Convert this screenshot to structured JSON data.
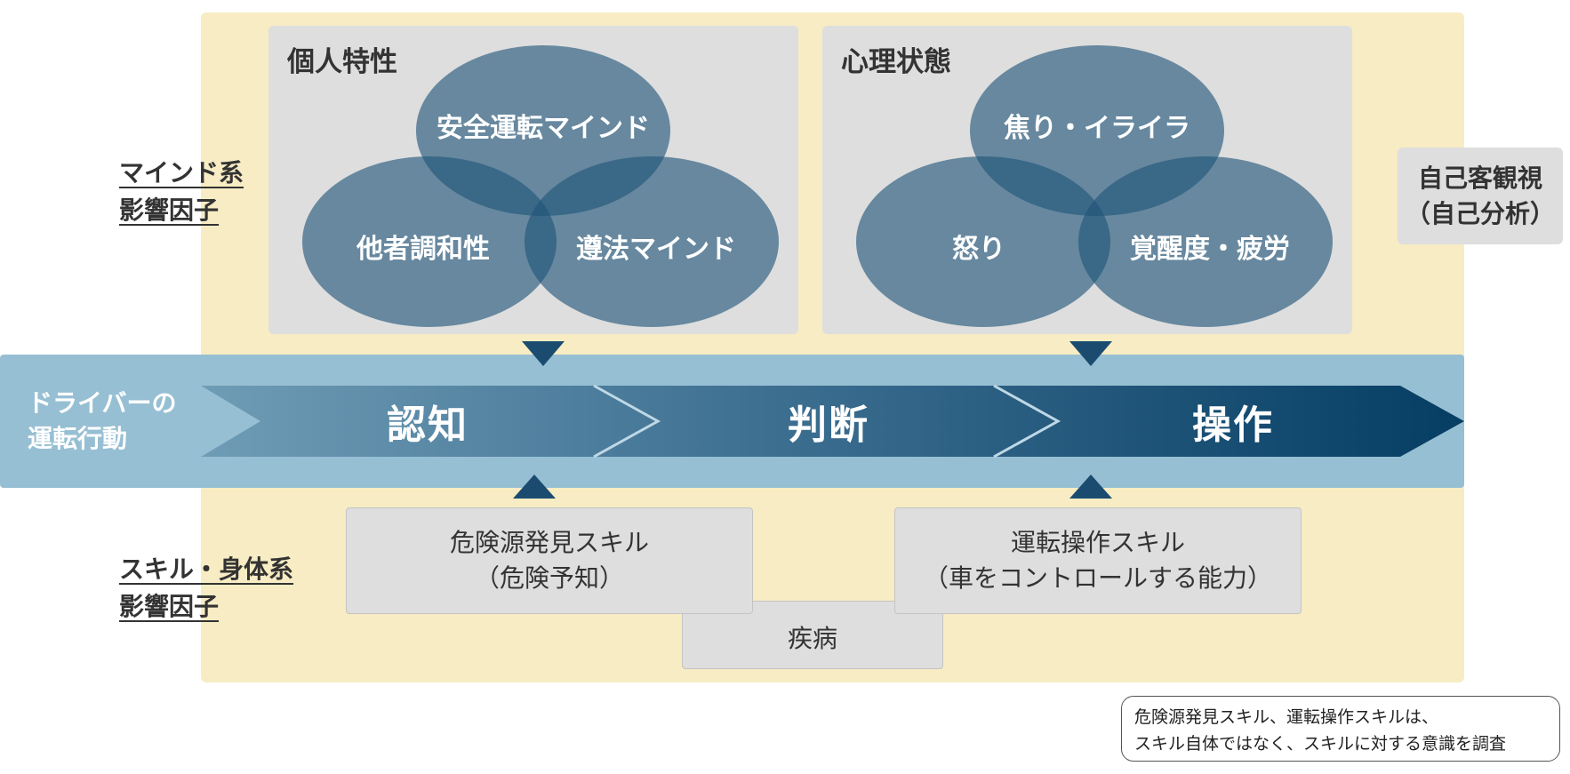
{
  "labels": {
    "mind_factor": [
      "マインド系",
      "影響因子"
    ],
    "skill_factor": [
      "スキル・身体系",
      "影響因子"
    ]
  },
  "panels": {
    "personal": {
      "title": "個人特性",
      "circles": [
        "安全運転マインド",
        "他者調和性",
        "遵法マインド"
      ]
    },
    "mental": {
      "title": "心理状態",
      "circles": [
        "焦り・イライラ",
        "怒り",
        "覚醒度・疲労"
      ]
    }
  },
  "self_analysis": [
    "自己客観視",
    "（自己分析）"
  ],
  "flow": {
    "driver_label": [
      "ドライバーの",
      "運転行動"
    ],
    "stages": [
      "認知",
      "判断",
      "操作"
    ]
  },
  "skills": {
    "hazard": [
      "危険源発見スキル",
      "（危険予知）"
    ],
    "operation": [
      "運転操作スキル",
      "（車をコントロールする能力）"
    ],
    "disease": "疾病"
  },
  "note": [
    "危険源発見スキル、運転操作スキルは、",
    "スキル自体ではなく、スキルに対する意識を調査"
  ],
  "colors": {
    "background_yellow": "#f7ecc3",
    "panel_gray": "#dedede",
    "circle_blue": "#4f7b99",
    "band_blue": "#97bfd3",
    "arrow_dark": "#0f4468"
  }
}
